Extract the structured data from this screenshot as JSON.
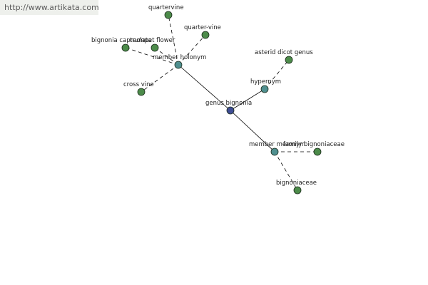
{
  "header": {
    "url": "http://www.artikata.com"
  },
  "colors": {
    "center": "#3f4d94",
    "relation": "#4f8f8f",
    "leaf": "#4c8b4a"
  },
  "graph": {
    "nodes": [
      {
        "id": "center",
        "label": "genus bignonia",
        "kind": "center"
      },
      {
        "id": "member-holonym",
        "label": "member holonym",
        "kind": "relation"
      },
      {
        "id": "hypernym",
        "label": "hypernym",
        "kind": "relation"
      },
      {
        "id": "member-meronym",
        "label": "member meronym",
        "kind": "relation"
      },
      {
        "id": "quartervine",
        "label": "quartervine",
        "kind": "leaf"
      },
      {
        "id": "quarter-vine",
        "label": "quarter-vine",
        "kind": "leaf"
      },
      {
        "id": "bignonia-capreolata",
        "label": "bignonia capreolata",
        "kind": "leaf"
      },
      {
        "id": "trumpet-flower",
        "label": "trumpet flower",
        "kind": "leaf"
      },
      {
        "id": "cross-vine",
        "label": "cross vine",
        "kind": "leaf"
      },
      {
        "id": "asterid-dicot-genus",
        "label": "asterid dicot genus",
        "kind": "leaf"
      },
      {
        "id": "family-bignoniaceae",
        "label": "family bignoniaceae",
        "kind": "leaf"
      },
      {
        "id": "bignoniaceae",
        "label": "bignoniaceae",
        "kind": "leaf"
      }
    ],
    "edges": [
      {
        "from": "center",
        "to": "member-holonym",
        "style": "solid"
      },
      {
        "from": "center",
        "to": "hypernym",
        "style": "solid"
      },
      {
        "from": "center",
        "to": "member-meronym",
        "style": "solid"
      },
      {
        "from": "member-holonym",
        "to": "quartervine",
        "style": "dashed"
      },
      {
        "from": "member-holonym",
        "to": "quarter-vine",
        "style": "dashed"
      },
      {
        "from": "member-holonym",
        "to": "bignonia-capreolata",
        "style": "dashed"
      },
      {
        "from": "member-holonym",
        "to": "trumpet-flower",
        "style": "dashed"
      },
      {
        "from": "member-holonym",
        "to": "cross-vine",
        "style": "dashed"
      },
      {
        "from": "hypernym",
        "to": "asterid-dicot-genus",
        "style": "dashed"
      },
      {
        "from": "member-meronym",
        "to": "family-bignoniaceae",
        "style": "dashed"
      },
      {
        "from": "member-meronym",
        "to": "bignoniaceae",
        "style": "dashed"
      }
    ]
  }
}
